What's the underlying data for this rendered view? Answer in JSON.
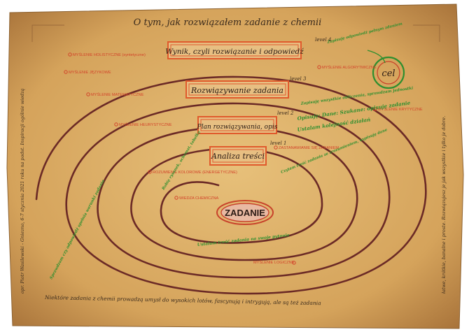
{
  "title": "O tym, jak rozwiązałem zadanie z chemii",
  "center_label": "ZADANIE",
  "goal_label": "cel",
  "levels": [
    {
      "tag": "level 1",
      "label": "Analiza treści"
    },
    {
      "tag": "level 2",
      "label": "Plan rozwiązywania, opis"
    },
    {
      "tag": "level 3",
      "label": "Rozwiązywanie zadania"
    },
    {
      "tag": "level 4",
      "label": "Wynik, czyli rozwiązanie i odpowiedź"
    }
  ],
  "left_labels": [
    {
      "text": "MYŚLENIE HOLISTYCZNE (syntetyczne)"
    },
    {
      "text": "MYŚLENIE JĘZYKOWE"
    },
    {
      "text": "MYŚLENIE MATEMATYCZNE"
    },
    {
      "text": "MYŚLENIE HEURYSTYCZNE"
    },
    {
      "text": "ROZUMIENIE KOLOROWE (ENERGETYCZNE)"
    },
    {
      "text": "WIEDZA CHEMICZNA"
    }
  ],
  "right_labels": [
    {
      "text": "ZASTANAWIANIE SIĘ ZADANIEM"
    },
    {
      "text": "MYŚLENIE ALGORYTMICZNE"
    },
    {
      "text": "MYŚLENIE KRYTYCZNE"
    },
    {
      "text": "MYŚLENIE LOGICZNE"
    }
  ],
  "green_notes": [
    "Opisuję: Dane: Szukane: opisuję zadanie",
    "Ustalam kolejność działań",
    "Zapisuję wszystkie obliczenia, sprawdzam jednostki",
    "Zapisuję odpowiedź pełnym zdaniem",
    "Czytam treść zadania ze zrozumieniem, wypisuję dane",
    "Ustalam treść zadania na swoje pytanie",
    "Sprawdzam czy odpowiedź spełnia warunki zadania",
    "Robię rysunek, schemat, tabelkę"
  ],
  "bottom_note": "Niektóre zadania z chemii prowadzą umysł do wysokich lotów, fascynują i intrygują, ale są też zadania",
  "left_margin_note": "opr. Piotr Wasilewski - Gniezno, 6-7 stycznia 2021 roku na podst. Inspiracji ogólnie wiedzą",
  "right_margin_note": "łatwe, krótkie, banalne i proste. Rozwiązujesz je jak wszystkie i tylko je dobre.",
  "colors": {
    "paper": "#d9ab63",
    "paper_dark": "#b77f3c",
    "spiral": "#6b2a26",
    "box": "#e05a2c",
    "green": "#2f8f2f",
    "ink": "#3a2a1c",
    "red_label": "#d2432a"
  }
}
